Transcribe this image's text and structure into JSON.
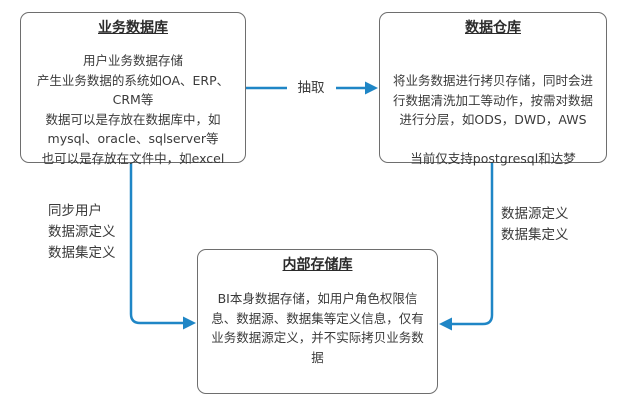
{
  "colors": {
    "arrow": "#1f86c6",
    "box_border": "#6e6e6e",
    "text": "#3a3a3a",
    "title": "#2b2b2b",
    "background": "#ffffff"
  },
  "diagram": {
    "boxes": [
      {
        "id": "business-db",
        "title": "业务数据库",
        "lines": [
          "用户业务数据存储",
          "产生业务数据的系统如OA、ERP、",
          "CRM等",
          "数据可以是存放在数据库中，如",
          "mysql、oracle、sqlserver等",
          "也可以是存放在文件中，如excel"
        ]
      },
      {
        "id": "data-warehouse",
        "title": "数据仓库",
        "lines": [
          "将业务数据进行拷贝存储，同时会进",
          "行数据清洗加工等动作，按需对数据",
          "进行分层，如ODS，DWD，AWS",
          "",
          "当前仅支持postgresql和达梦"
        ]
      },
      {
        "id": "internal-storage",
        "title": "内部存储库",
        "lines": [
          "BI本身数据存储，如用户角色权限信",
          "息、数据源、数据集等定义信息，仅有",
          "业务数据源定义，并不实际拷贝业务数",
          "据"
        ]
      }
    ],
    "edges": [
      {
        "id": "extract",
        "label": "抽取",
        "from": "业务数据库",
        "to": "数据仓库",
        "direction": "right"
      },
      {
        "id": "sync-user",
        "label_lines": [
          "同步用户",
          "数据源定义",
          "数据集定义"
        ],
        "from": "业务数据库",
        "to": "内部存储库",
        "direction": "down-right"
      },
      {
        "id": "source-dataset-defs",
        "label_lines": [
          "数据源定义",
          "数据集定义"
        ],
        "from": "数据仓库",
        "to": "内部存储库",
        "direction": "down-left"
      }
    ]
  }
}
